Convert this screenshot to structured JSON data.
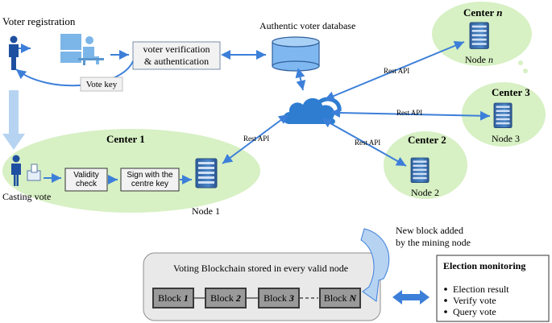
{
  "labels": {
    "voter_registration": "Voter registration",
    "voter_verification_line1": "voter verification",
    "voter_verification_line2": "& authentication",
    "vote_key": "Vote key",
    "authentic_db": "Authentic voter database",
    "casting_vote": "Casting vote",
    "validity_line1": "Validity",
    "validity_line2": "check",
    "sign_line1": "Sign with the",
    "sign_line2": "centre key",
    "rest_api": "Rest API",
    "new_block_line1": "New  block  added",
    "new_block_line2": "by the mining node",
    "blockchain_title": "Voting Blockchain stored in every valid node"
  },
  "centers": {
    "center1": {
      "title": "Center 1",
      "node": "Node 1"
    },
    "center2": {
      "title": "Center 2",
      "node": "Node 2"
    },
    "center3": {
      "title": "Center 3",
      "node": "Node 3"
    },
    "centern": {
      "title_prefix": "Center ",
      "title_var": "n",
      "node_prefix": "Node ",
      "node_var": "n"
    }
  },
  "blocks": [
    {
      "prefix": "Block",
      "index": "1"
    },
    {
      "prefix": "Block",
      "index": "2"
    },
    {
      "prefix": "Block",
      "index": "3"
    },
    {
      "prefix": "Block",
      "index": "N"
    }
  ],
  "monitoring": {
    "title": "Election monitoring",
    "items": [
      "Election result",
      "Verify vote",
      "Query vote"
    ]
  },
  "colors": {
    "green_zone": "#d7f0c4",
    "arrow_blue": "#3c7fd9",
    "server_blue": "#3d6fae",
    "cloud_blue": "#2e7dd1",
    "db_blue": "#7fb8f0",
    "light_arrow": "#b7d3f2",
    "blockchain_panel": "#e9e9e9",
    "block_gray": "#9a9a9a"
  },
  "icons": [
    "person-icon",
    "desk-worker-icon",
    "database-icon",
    "cloud-icon",
    "server-icon",
    "ballot-box-icon"
  ]
}
